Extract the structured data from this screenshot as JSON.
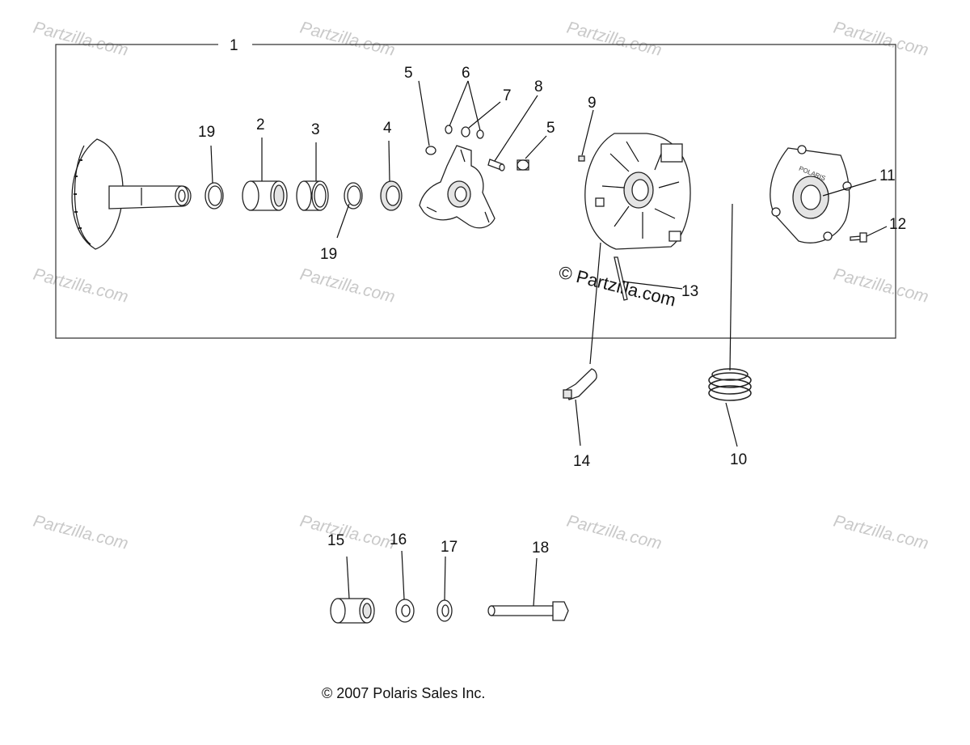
{
  "watermark": "Partzilla.com",
  "watermark_center": "© Partzilla.com",
  "copyright": "© 2007 Polaris Sales Inc.",
  "cover_brand": "POLARIS",
  "callouts": {
    "c1": "1",
    "c2": "2",
    "c3": "3",
    "c4": "4",
    "c5a": "5",
    "c5b": "5",
    "c6": "6",
    "c7": "7",
    "c8": "8",
    "c9": "9",
    "c10": "10",
    "c11": "11",
    "c12": "12",
    "c13": "13",
    "c14": "14",
    "c15": "15",
    "c16": "16",
    "c17": "17",
    "c18": "18",
    "c19a": "19",
    "c19b": "19"
  }
}
